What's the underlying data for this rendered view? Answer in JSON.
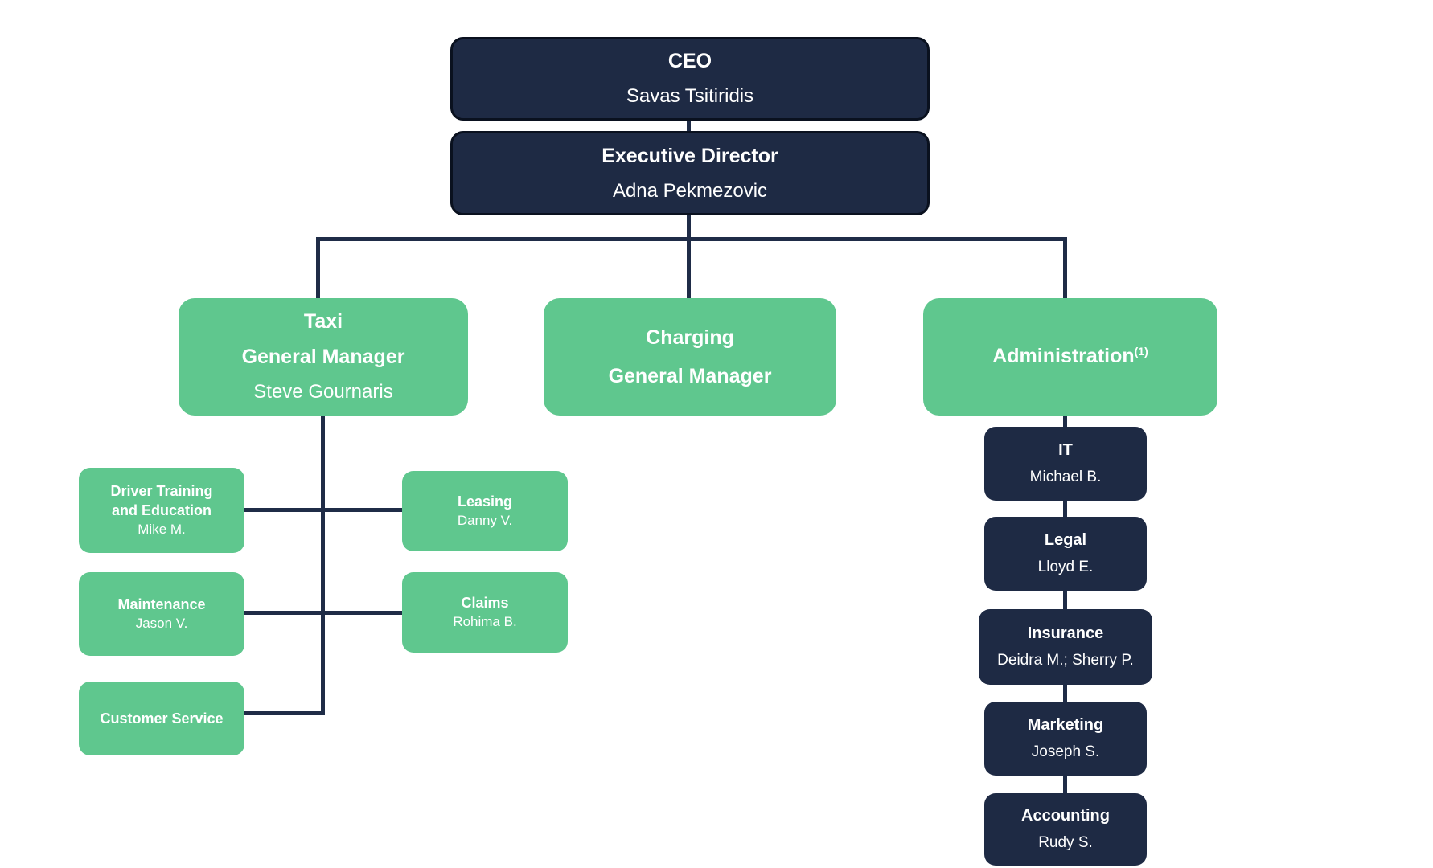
{
  "palette": {
    "navy_box": "#1E2A44",
    "navy_box_border": "#0A111F",
    "green_box": "#5FC78E",
    "connector_line": "#1F2C47",
    "text": "#FFFFFF",
    "background": "#FFFFFF"
  },
  "org": {
    "ceo": {
      "title": "CEO",
      "name": "Savas Tsitiridis"
    },
    "executive_director": {
      "title": "Executive Director",
      "name": "Adna Pekmezovic"
    },
    "taxi_gm": {
      "title_line1": "Taxi",
      "title_line2": "General Manager",
      "name": "Steve Gournaris"
    },
    "charging_gm": {
      "title_line1": "Charging",
      "title_line2": "General Manager"
    },
    "administration": {
      "title": "Administration",
      "footnote": "(1)"
    },
    "taxi_reports": {
      "driver_training": {
        "title_line1": "Driver Training",
        "title_line2": "and Education",
        "name": "Mike M."
      },
      "leasing": {
        "title": "Leasing",
        "name": "Danny V."
      },
      "maintenance": {
        "title": "Maintenance",
        "name": "Jason V."
      },
      "claims": {
        "title": "Claims",
        "name": "Rohima B."
      },
      "customer_service": {
        "title": "Customer Service"
      }
    },
    "administration_reports": {
      "it": {
        "title": "IT",
        "name": "Michael B."
      },
      "legal": {
        "title": "Legal",
        "name": "Lloyd E."
      },
      "insurance": {
        "title": "Insurance",
        "name": "Deidra M.; Sherry P."
      },
      "marketing": {
        "title": "Marketing",
        "name": "Joseph S."
      },
      "accounting": {
        "title": "Accounting",
        "name": "Rudy S."
      }
    }
  }
}
